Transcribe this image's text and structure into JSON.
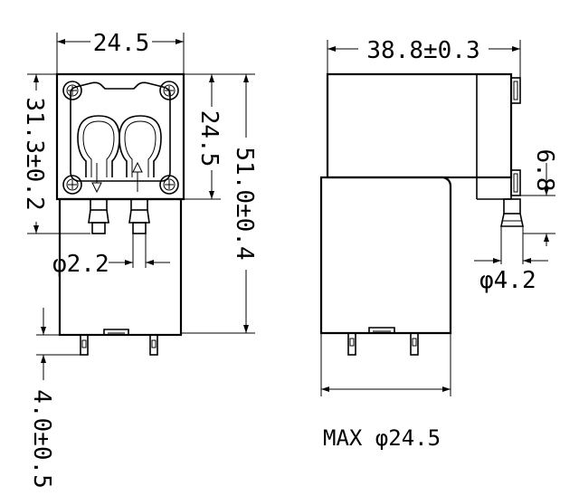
{
  "dimensions": {
    "front_width": "24.5",
    "front_mount_height": "31.3±0.2",
    "front_plate_height": "24.5",
    "front_total_height": "51.0±0.4",
    "barb_diameter": "φ2.2",
    "terminal_length": "4.0±0.5",
    "side_depth": "38.8±0.3",
    "side_port_offset": "6.8",
    "side_port_diameter": "φ4.2",
    "max_diameter": "MAX φ24.5"
  }
}
